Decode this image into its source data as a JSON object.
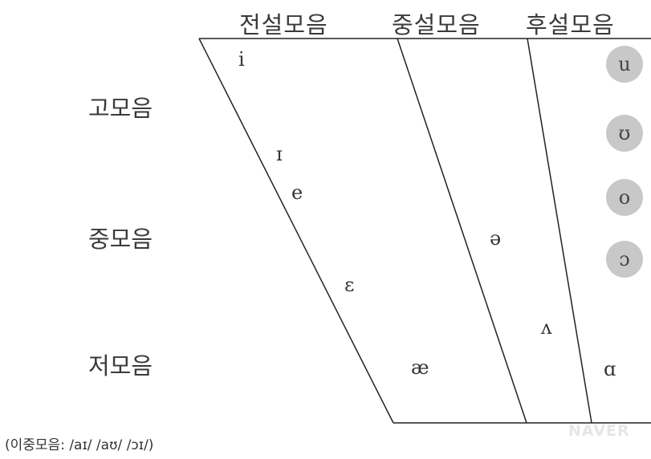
{
  "columns": {
    "front": "전설모음",
    "central": "중설모음",
    "back": "후설모음"
  },
  "rows": {
    "high": "고모음",
    "mid": "중모음",
    "low": "저모음"
  },
  "vowels": {
    "i": "i",
    "small_i": "ɪ",
    "e": "e",
    "epsilon": "ɛ",
    "ae": "æ",
    "schwa": "ə",
    "wedge": "ʌ",
    "alpha": "ɑ",
    "u": "u",
    "small_u": "ʊ",
    "o": "o",
    "open_o": "ɔ"
  },
  "footnote": "(이중모음: /aɪ/ /aʊ/ /ɔɪ/)",
  "watermark": "NAVER",
  "colors": {
    "line": "#222222",
    "circle_fill": "#c8c8c8",
    "text": "#333333"
  }
}
